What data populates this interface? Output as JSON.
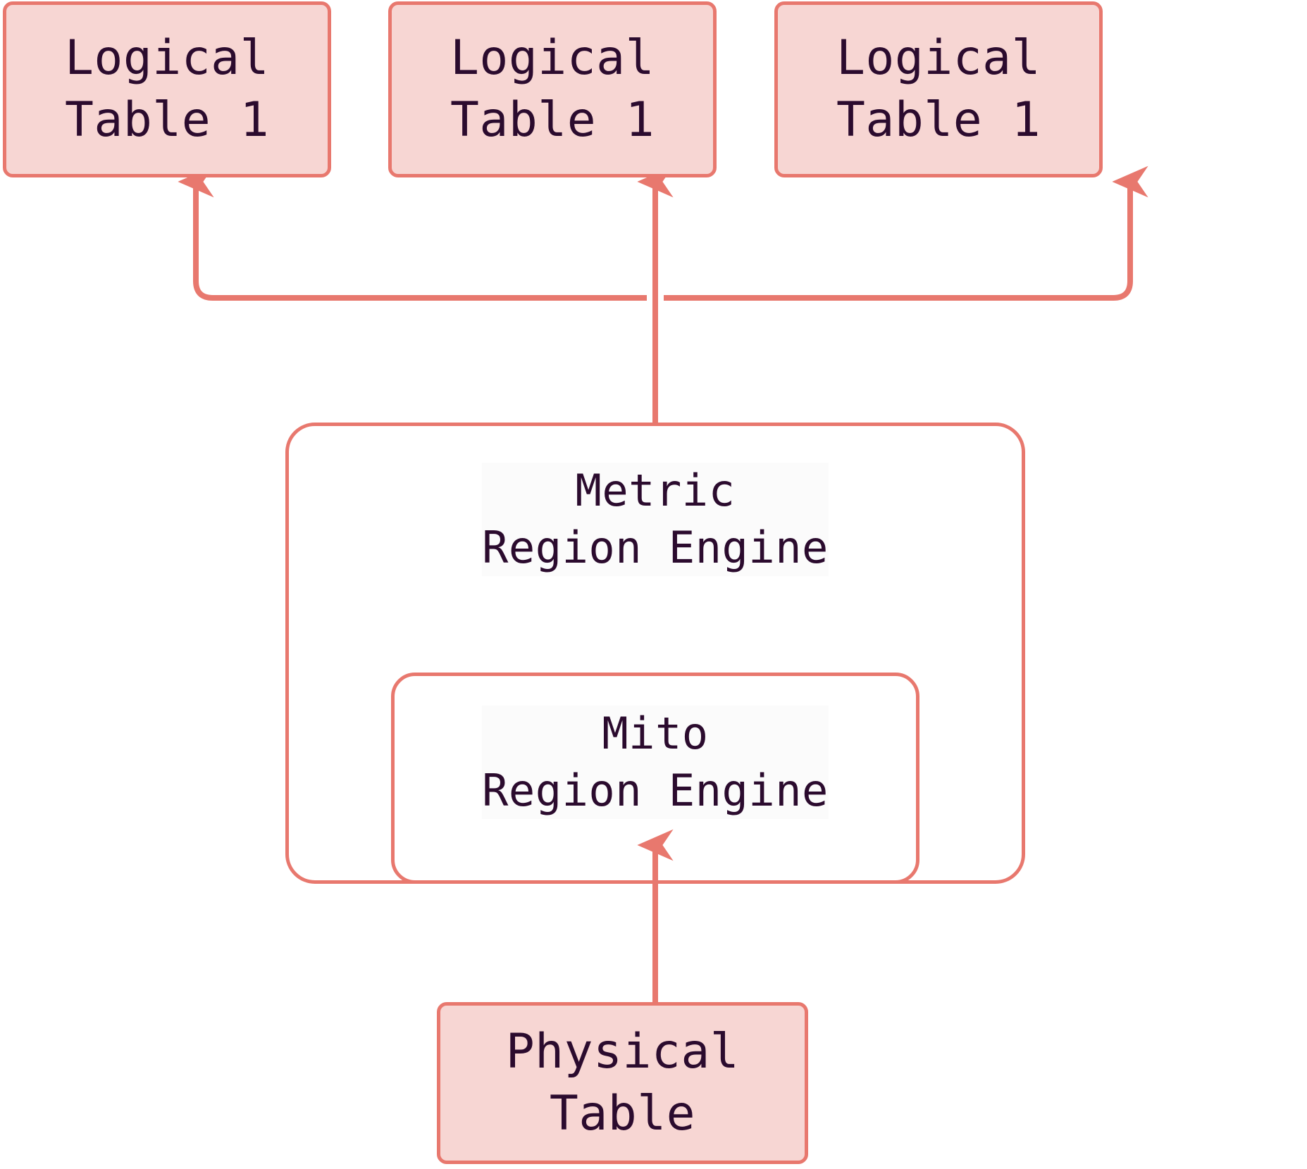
{
  "diagram": {
    "title": "Metric Region Engine layered over Mito Region Engine",
    "type": "layered-architecture-flow",
    "colors": {
      "node_fill": "#f7d6d3",
      "node_border": "#e8786e",
      "container_fill": "#ffffff",
      "text": "#2b0b2e",
      "arrow": "#e8786e",
      "background": "#ffffff",
      "label_halo": "#fbfbfb"
    },
    "nodes": [
      {
        "id": "logical-table-1",
        "label": "Logical\nTable 1",
        "kind": "leaf",
        "layer": "top"
      },
      {
        "id": "logical-table-2",
        "label": "Logical\nTable 1",
        "kind": "leaf",
        "layer": "top"
      },
      {
        "id": "logical-table-3",
        "label": "Logical\nTable 1",
        "kind": "leaf",
        "layer": "top"
      },
      {
        "id": "metric-region-engine",
        "label": "Metric\nRegion Engine",
        "kind": "container",
        "layer": "middle"
      },
      {
        "id": "mito-region-engine",
        "label": "Mito\nRegion Engine",
        "kind": "container",
        "layer": "inner"
      },
      {
        "id": "physical-table",
        "label": "Physical\nTable",
        "kind": "leaf",
        "layer": "bottom"
      }
    ],
    "edges": [
      {
        "from": "metric-region-engine",
        "to": "logical-table-1",
        "style": "elbow",
        "arrow": "up"
      },
      {
        "from": "metric-region-engine",
        "to": "logical-table-2",
        "style": "straight",
        "arrow": "up"
      },
      {
        "from": "metric-region-engine",
        "to": "logical-table-3",
        "style": "elbow",
        "arrow": "up"
      },
      {
        "from": "physical-table",
        "to": "mito-region-engine",
        "style": "straight",
        "arrow": "up"
      }
    ]
  }
}
